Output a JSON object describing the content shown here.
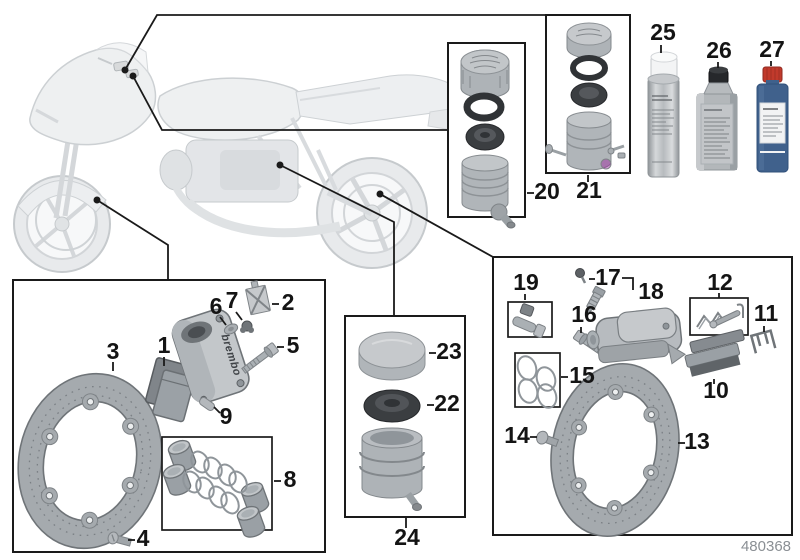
{
  "figure": {
    "drawing_number": "480368",
    "caliper_brand": "brembo"
  },
  "callouts": {
    "1": "1",
    "2": "2",
    "3": "3",
    "4": "4",
    "5": "5",
    "6": "6",
    "7": "7",
    "8": "8",
    "9": "9",
    "10": "10",
    "11": "11",
    "12": "12",
    "13": "13",
    "14": "14",
    "15": "15",
    "16": "16",
    "17": "17",
    "18": "18",
    "19": "19",
    "20": "20",
    "21": "21",
    "22": "22",
    "23": "23",
    "24": "24",
    "25": "25",
    "26": "26",
    "27": "27"
  },
  "colors": {
    "leader_line": "#1a1a1a",
    "disc_gray": "#a5aaae",
    "metal_gray": "#b0b5b9",
    "rubber_dark": "#3b3e41",
    "bottle_blue": "#40618c",
    "cap_red": "#c13a2c",
    "spray_cap_white": "#f3f4f5",
    "doc_number_gray": "#8a8f94"
  }
}
